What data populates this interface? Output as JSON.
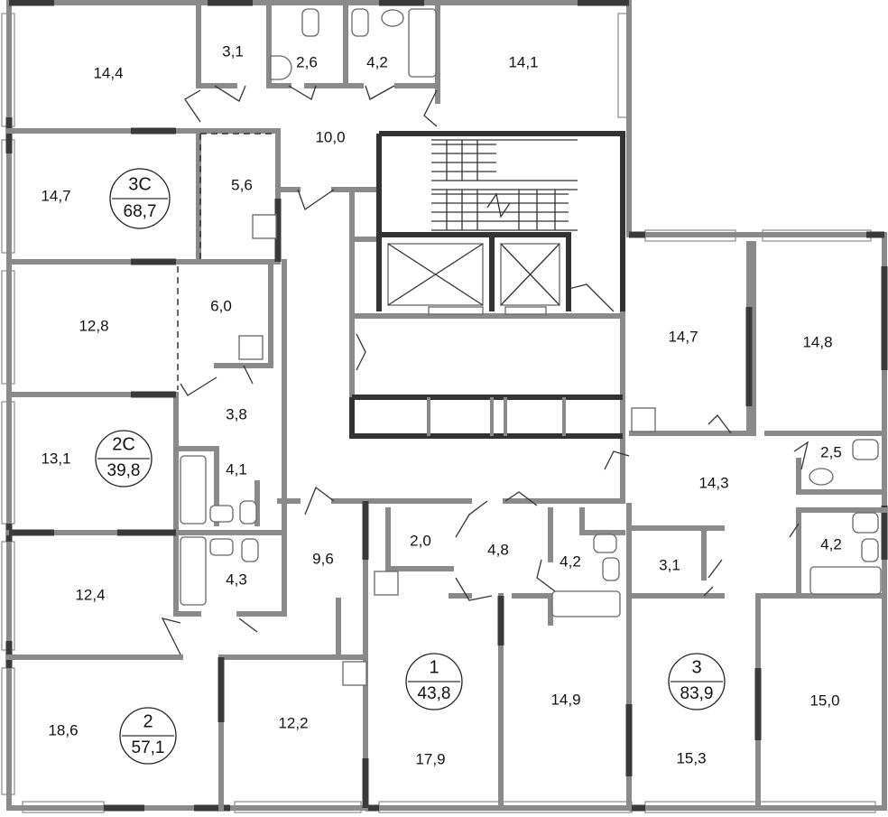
{
  "plan": {
    "rooms": {
      "r1": "14,4",
      "r2": "3,1",
      "r3": "2,6",
      "r4": "4,2",
      "r5": "14,1",
      "r6": "10,0",
      "r7": "14,7",
      "r8": "5,6",
      "r9": "12,8",
      "r10": "6,0",
      "r11": "3,8",
      "r12": "13,1",
      "r13": "4,1",
      "r14": "4,3",
      "r15": "9,6",
      "r16": "12,4",
      "r17": "18,6",
      "r18": "12,2",
      "r19": "2,0",
      "r20": "4,8",
      "r21": "4,2",
      "r22": "17,9",
      "r23": "14,9",
      "r24": "14,7",
      "r25": "14,8",
      "r26": "14,3",
      "r27": "2,5",
      "r28": "4,2",
      "r29": "3,1",
      "r30": "15,3",
      "r31": "15,0"
    },
    "apartments": [
      {
        "type": "3С",
        "area": "68,7"
      },
      {
        "type": "2С",
        "area": "39,8"
      },
      {
        "type": "2",
        "area": "57,1"
      },
      {
        "type": "1",
        "area": "43,8"
      },
      {
        "type": "3",
        "area": "83,9"
      }
    ],
    "colors": {
      "wall": "#8a8a8a",
      "wall_dark": "#3a3a3a"
    }
  }
}
